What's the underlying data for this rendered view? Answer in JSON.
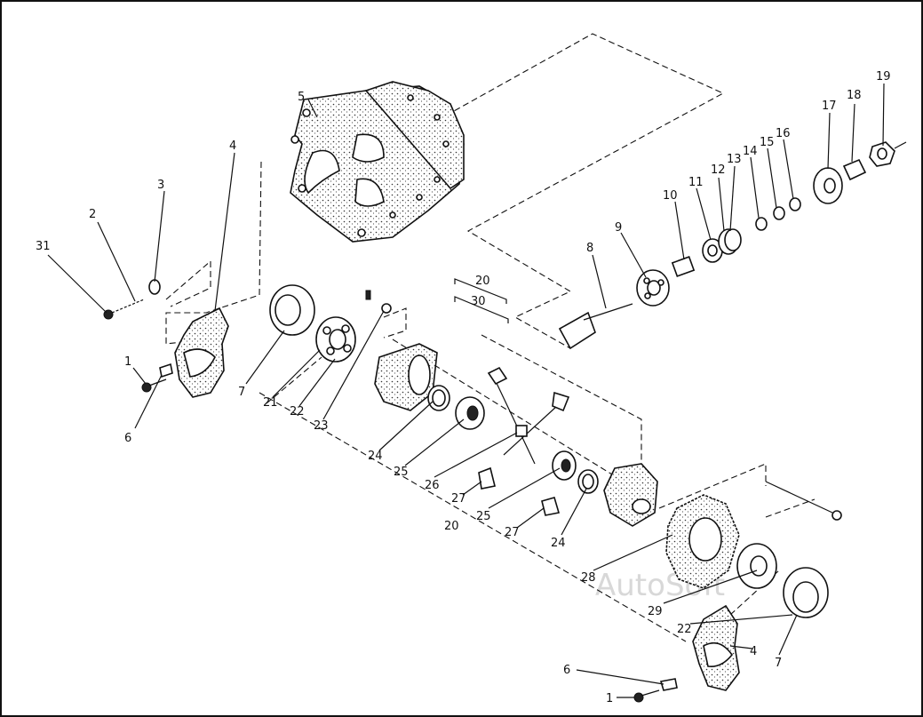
{
  "labels": {
    "p1a": "1",
    "p1b": "1",
    "p2": "2",
    "p3": "3",
    "p4a": "4",
    "p4b": "4",
    "p5": "5",
    "p6a": "6",
    "p6b": "6",
    "p7a": "7",
    "p7b": "7",
    "p8": "8",
    "p9": "9",
    "p10": "10",
    "p11": "11",
    "p12": "12",
    "p13": "13",
    "p14": "14",
    "p15": "15",
    "p16": "16",
    "p17": "17",
    "p18": "18",
    "p19": "19",
    "p20a": "20",
    "p20b": "20",
    "p21": "21",
    "p22a": "22",
    "p22b": "22",
    "p23": "23",
    "p24a": "24",
    "p24b": "24",
    "p25a": "25",
    "p25b": "25",
    "p26": "26",
    "p27a": "27",
    "p27b": "27",
    "p28": "28",
    "p29": "29",
    "p30": "30",
    "p31": "31"
  },
  "watermark": "AutoSoft"
}
